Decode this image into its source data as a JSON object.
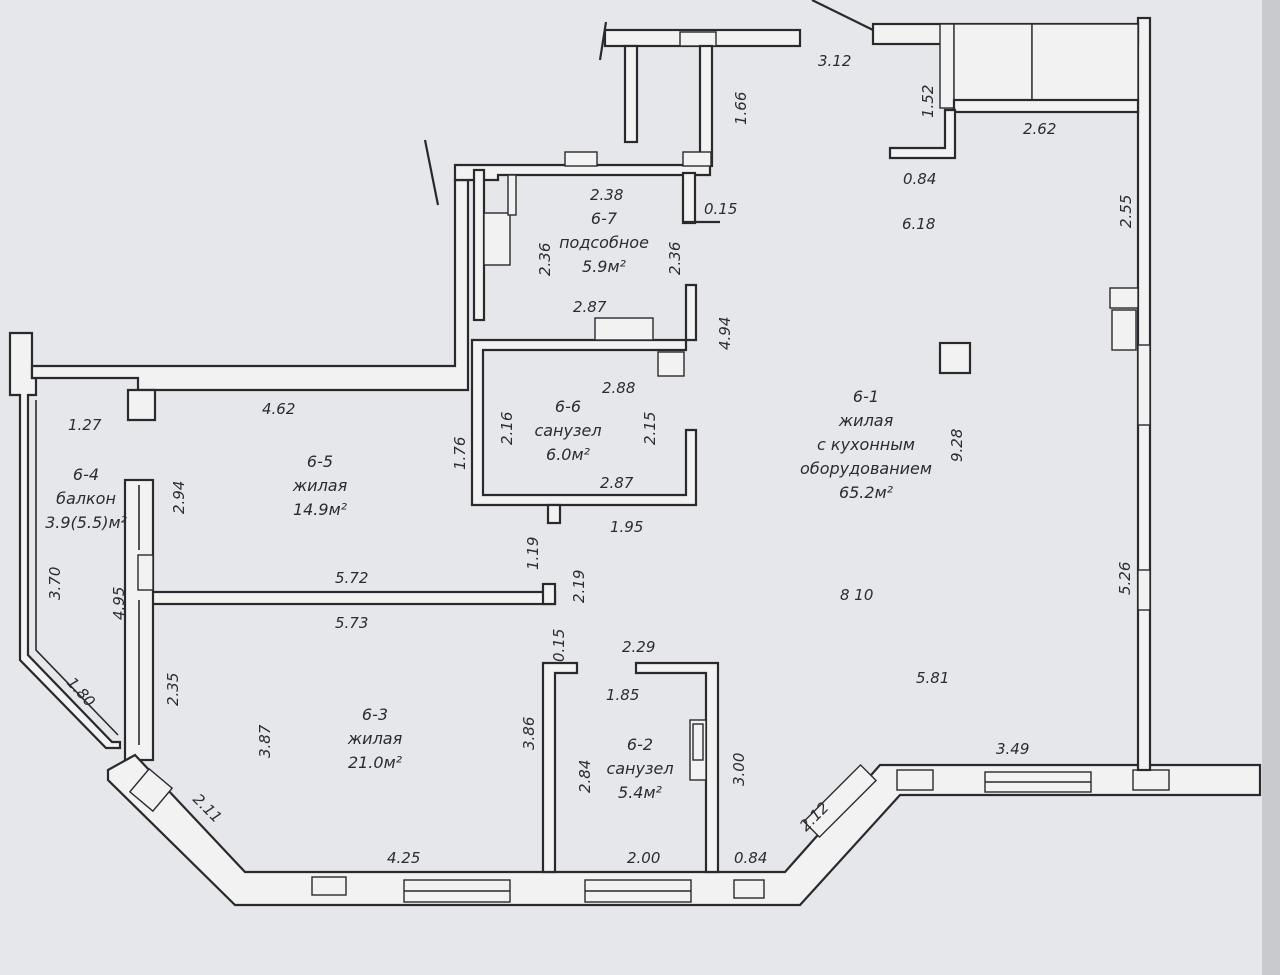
{
  "rooms": [
    {
      "id": "6-1",
      "lines": [
        "6-1",
        "жилая",
        "с кухонным",
        "оборудованием",
        "65.2м²"
      ]
    },
    {
      "id": "6-2",
      "lines": [
        "6-2",
        "санузел",
        "5.4м²"
      ]
    },
    {
      "id": "6-3",
      "lines": [
        "6-3",
        "жилая",
        "21.0м²"
      ]
    },
    {
      "id": "6-4",
      "lines": [
        "6-4",
        "балкон",
        "3.9(5.5)м²"
      ]
    },
    {
      "id": "6-5",
      "lines": [
        "6-5",
        "жилая",
        "14.9м²"
      ]
    },
    {
      "id": "6-6",
      "lines": [
        "6-6",
        "санузел",
        "6.0м²"
      ]
    },
    {
      "id": "6-7",
      "lines": [
        "6-7",
        "подсобное",
        "5.9м²"
      ]
    }
  ],
  "dimensions": {
    "d_1_66": "1.66",
    "d_3_12": "3.12",
    "d_1_52": "1.52",
    "d_2_62": "2.62",
    "d_0_84_top": "0.84",
    "d_2_55": "2.55",
    "d_6_18": "6.18",
    "d_2_38": "2.38",
    "d_0_15_top": "0.15",
    "d_2_36_left": "2.36",
    "d_2_36_right": "2.36",
    "d_2_87_top": "2.87",
    "d_4_94": "4.94",
    "d_2_88": "2.88",
    "d_2_16": "2.16",
    "d_2_15": "2.15",
    "d_2_87_bottom": "2.87",
    "d_1_76": "1.76",
    "d_1_95": "1.95",
    "d_4_62": "4.62",
    "d_1_27": "1.27",
    "d_2_94": "2.94",
    "d_9_28": "9.28",
    "d_1_19": "1.19",
    "d_2_19": "2.19",
    "d_5_72": "5.72",
    "d_5_73": "5.73",
    "d_8_10": "8 10",
    "d_5_26": "5.26",
    "d_3_70": "3.70",
    "d_4_95": "4.95",
    "d_0_15_mid": "0.15",
    "d_2_29": "2.29",
    "d_1_85": "1.85",
    "d_5_81": "5.81",
    "d_1_80": "1.80",
    "d_2_35": "2.35",
    "d_3_87": "3.87",
    "d_3_86": "3.86",
    "d_2_84": "2.84",
    "d_3_00": "3.00",
    "d_3_49": "3.49",
    "d_2_12": "2.12",
    "d_2_11": "2.11",
    "d_4_25": "4.25",
    "d_2_00": "2.00",
    "d_0_84_bottom": "0.84"
  }
}
